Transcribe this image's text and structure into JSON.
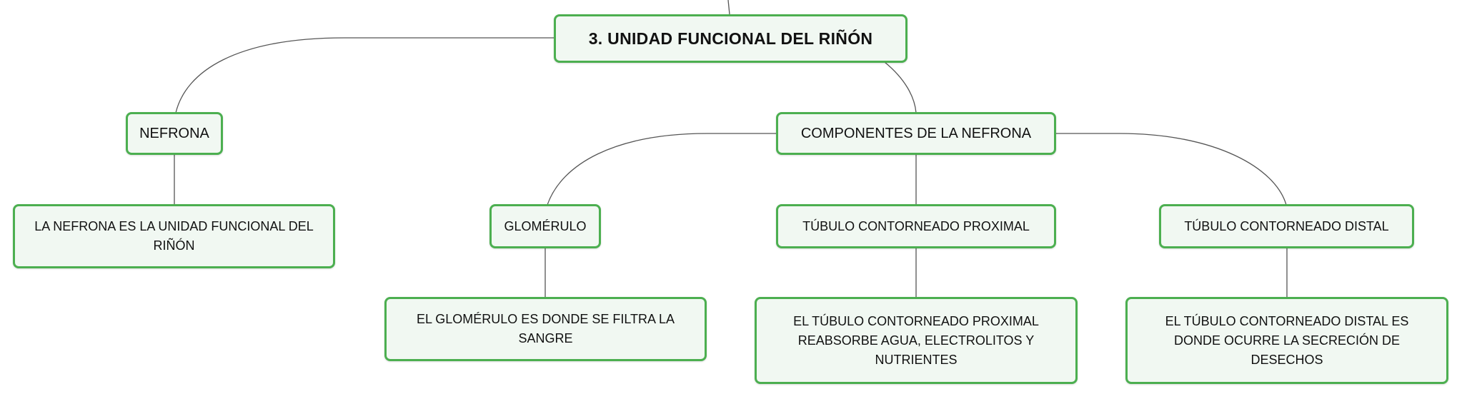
{
  "diagram": {
    "type": "mind-map",
    "colors": {
      "border": "#4caf50",
      "fill": "#f1f8f2",
      "connector": "#555555",
      "text": "#111111"
    },
    "root": {
      "label": "3. UNIDAD FUNCIONAL DEL RIÑÓN"
    },
    "branches": {
      "nefrona": {
        "label": "NEFRONA",
        "detail": "LA NEFRONA ES LA UNIDAD FUNCIONAL DEL RIÑÓN"
      },
      "componentes": {
        "label": "COMPONENTES DE LA NEFRONA",
        "children": {
          "glomerulo": {
            "label": "GLOMÉRULO",
            "detail": "EL GLOMÉRULO ES DONDE SE FILTRA LA SANGRE"
          },
          "proximal": {
            "label": "TÚBULO CONTORNEADO PROXIMAL",
            "detail": "EL TÚBULO CONTORNEADO PROXIMAL REABSORBE AGUA, ELECTROLITOS Y NUTRIENTES"
          },
          "distal": {
            "label": "TÚBULO CONTORNEADO DISTAL",
            "detail": "EL TÚBULO CONTORNEADO DISTAL ES DONDE OCURRE LA SECRECIÓN DE DESECHOS"
          }
        }
      }
    }
  }
}
